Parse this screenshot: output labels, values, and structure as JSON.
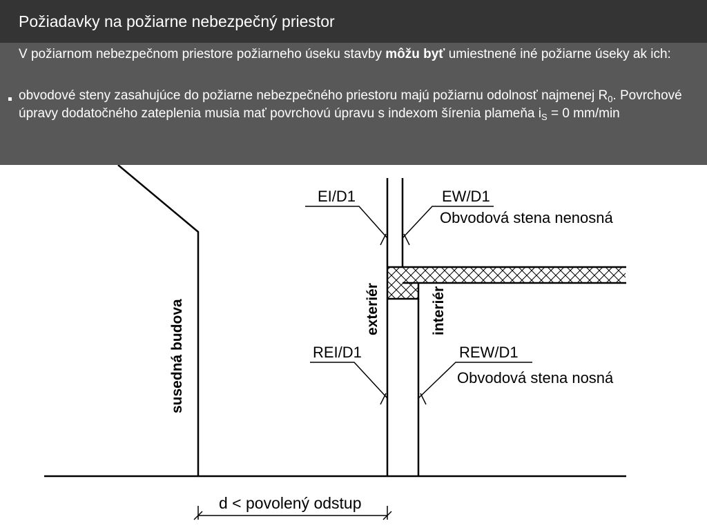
{
  "slide": {
    "title": "Požiadavky na požiarne nebezpečný priestor",
    "intro": {
      "before": "V požiarnom nebezpečnom priestore požiarneho úseku stavby ",
      "bold": "môžu byť",
      "after": " umiestnené iné požiarne úseky ak ich:"
    },
    "bullet": {
      "part1": "obvodové steny zasahujúce do požiarne nebezpečného priestoru majú požiarnu odolnosť najmenej R",
      "sub1": "0",
      "part2": ". Povrchové úpravy dodatočného zateplenia musia mať povrchovú úpravu s indexom šírenia plameňa i",
      "sub2": "S",
      "part3": " = 0 mm/min"
    }
  },
  "diagram": {
    "labels": {
      "ei_d1": "EI/D1",
      "ew_d1": "EW/D1",
      "wall_nonload": "Obvodová stena nenosná",
      "rei_d1": "REI/D1",
      "rew_d1": "REW/D1",
      "wall_load": "Obvodová stena nosná",
      "exterior": "exteriér",
      "interior": "interiér",
      "neighbor": "susedná budova",
      "distance": "d < povolený odstup"
    }
  }
}
